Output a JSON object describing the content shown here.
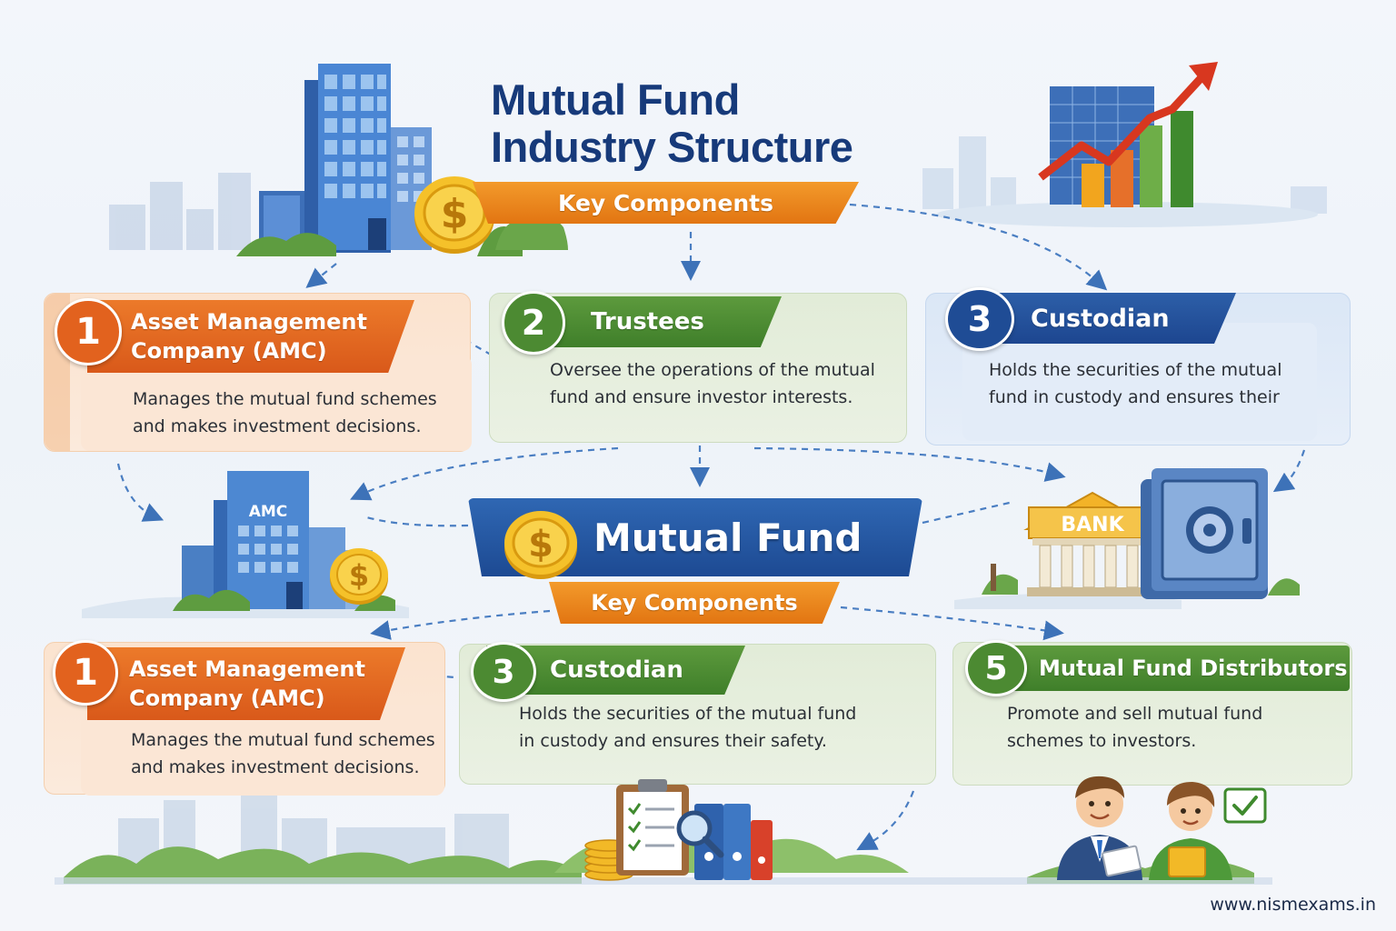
{
  "title": {
    "line1": "Mutual Fund",
    "line2": "Industry Structure"
  },
  "key_components_top": "Key Components",
  "key_components_mid": "Key Components",
  "center_banner": "Mutual Fund",
  "amc_building_label": "AMC",
  "bank_label": "BANK",
  "top_cards": [
    {
      "number": "1",
      "title_line1": "Asset Management",
      "title_line2": "Company (AMC)",
      "desc_line1": "Manages the mutual fund schemes",
      "desc_line2": "and makes investment decisions."
    },
    {
      "number": "2",
      "title": "Trustees",
      "desc_line1": "Oversee the operations of the mutual",
      "desc_line2": "fund and ensure investor interests."
    },
    {
      "number": "3",
      "title": "Custodian",
      "desc_line1": "Holds the securities of the mutual",
      "desc_line2": "fund in custody and ensures their"
    }
  ],
  "bottom_cards": [
    {
      "number": "1",
      "title_line1": "Asset Management",
      "title_line2": "Company (AMC)",
      "desc_line1": "Manages the mutual fund schemes",
      "desc_line2": "and makes investment decisions."
    },
    {
      "number": "3",
      "title": "Custodian",
      "desc_line1": "Holds the securities of the mutual fund",
      "desc_line2": "in custody and ensures their safety."
    },
    {
      "number": "5",
      "title": "Mutual Fund Distributors",
      "desc_line1": "Promote and sell mutual fund",
      "desc_line2": "schemes to investors."
    }
  ],
  "colors": {
    "title": "#173a7a",
    "orange": "#e2621e",
    "green": "#4c8a32",
    "blue": "#1f4c95",
    "key_ribbon": "#ee8a20"
  },
  "icons": [
    "office-building-icon",
    "dollar-coin-icon",
    "growth-chart-icon",
    "bank-icon",
    "safe-vault-icon",
    "clipboard-checklist-icon",
    "magnifier-icon",
    "binders-icon",
    "coin-stack-icon",
    "advisor-person-icon",
    "investor-person-icon",
    "checkmark-icon"
  ],
  "footer_url": "www.nismexams.in"
}
